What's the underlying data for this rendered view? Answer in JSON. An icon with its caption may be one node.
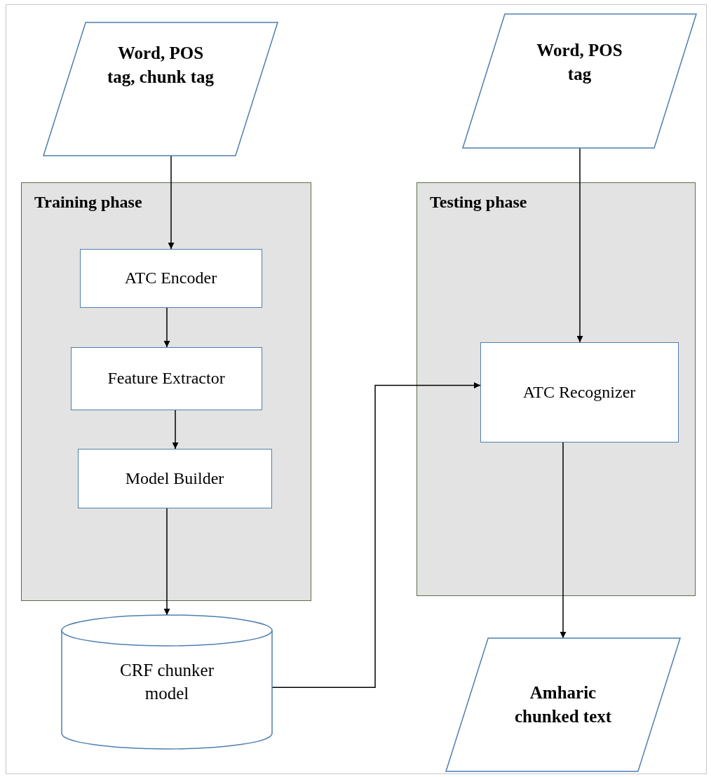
{
  "diagram": {
    "nodes": [
      {
        "text": [
          "Word, POS tag, chunk tag"
        ]
      },
      {
        "text": [
          "Training phase"
        ]
      },
      {
        "text": [
          "ATC Encoder"
        ],
        "in": 1
      },
      {
        "text": [
          "Feature Extractor"
        ],
        "in": 1
      },
      {
        "text": [
          "Model Builder"
        ],
        "in": 1
      },
      {
        "text": [
          "CRF chunker model"
        ]
      },
      {
        "text": [
          "Word, POS tag"
        ]
      },
      {
        "text": [
          "Testing phase"
        ]
      },
      {
        "text": [
          "ATC Recognizer"
        ],
        "in": 7
      },
      {
        "text": [
          "Amharic chunked text"
        ]
      }
    ],
    "edges": [
      {
        "from": 0,
        "to": 2,
        "arrow": "to"
      },
      {
        "from": 2,
        "to": 3,
        "arrow": "to"
      },
      {
        "from": 3,
        "to": 4,
        "arrow": "to"
      },
      {
        "from": 4,
        "to": 5,
        "arrow": "to"
      },
      {
        "from": 6,
        "to": 8,
        "arrow": "to"
      },
      {
        "from": 5,
        "to": 8,
        "arrow": "to"
      },
      {
        "from": 8,
        "to": 9,
        "arrow": "to"
      }
    ]
  }
}
